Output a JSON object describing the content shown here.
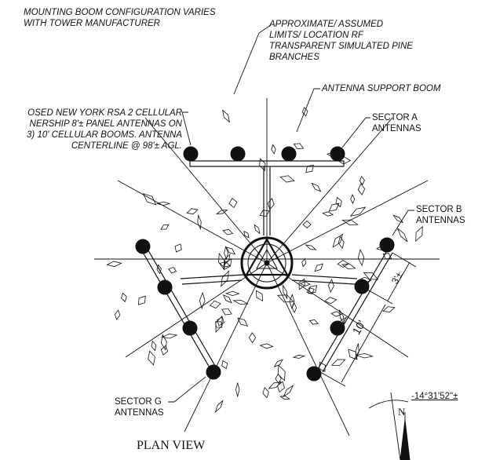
{
  "notes": {
    "boom_config": "MOUNTING BOOM CONFIGURATION VARIES\nWITH TOWER MANUFACTURER",
    "limits": "APPROXIMATE/ ASSUMED\nLIMITS/ LOCATION RF\nTRANSPARENT SIMULATED PINE\nBRANCHES",
    "support_boom": "ANTENNA SUPPORT BOOM",
    "proposed": "OSED NEW YORK RSA 2 CELLULAR\nNERSHIP 8'± PANEL ANTENNAS ON\n3) 10' CELLULAR BOOMS. ANTENNA\nCENTERLINE @ 98'± AGL.",
    "sector_a": "SECTOR A\nANTENNAS",
    "sector_b": "SECTOR B\nANTENNAS",
    "sector_g": "SECTOR G\nANTENNAS"
  },
  "dimensions": {
    "spacing": "3'±",
    "boom_length": "10'",
    "bearing": "-14°31'52\"±"
  },
  "north_label": "N",
  "view_title": "PLAN VIEW",
  "colors": {
    "ink": "#111111",
    "paper": "#ffffff"
  }
}
